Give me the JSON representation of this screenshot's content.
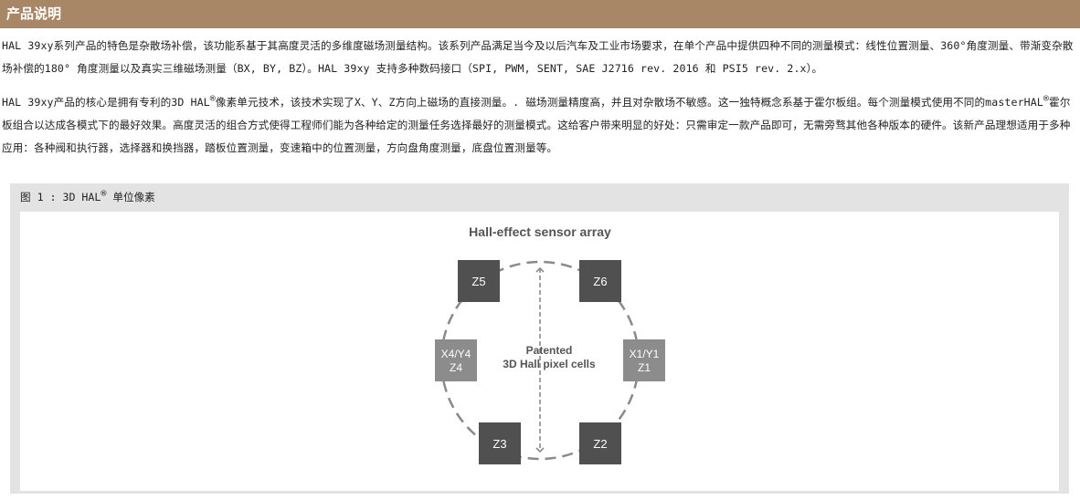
{
  "header": {
    "title": "产品说明"
  },
  "paragraph1": "HAL 39xy系列产品的特色是杂散场补偿，该功能系基于其高度灵活的多维度磁场测量结构。该系列产品满足当今及以后汽车及工业市场要求，在单个产品中提供四种不同的测量模式：线性位置测量、360°角度测量、带渐变杂散场补偿的180° 角度测量以及真实三维磁场测量（BX, BY, BZ）。HAL 39xy 支持多种数码接口（SPI, PWM, SENT, SAE J2716 rev. 2016 和 PSI5 rev. 2.x）。",
  "paragraph2": {
    "part1": "HAL 39xy产品的核心是拥有专利的3D HAL",
    "reg": "®",
    "part2": "像素单元技术，该技术实现了X、Y、Z方向上磁场的直接测量。. 磁场测量精度高，并且对杂散场不敏感。这一独特概念系基于霍尔板组。每个测量模式使用不同的masterHAL",
    "part3": "霍尔板组合以达成各模式下的最好效果。高度灵活的组合方式使得工程师们能为各种给定的测量任务选择最好的测量模式。这给客户带来明显的好处：只需审定一款产品即可，无需旁骛其他各种版本的硬件。该新产品理想适用于多种应用：各种阀和执行器，选择器和换挡器，踏板位置测量，变速箱中的位置测量，方向盘角度测量，底盘位置测量等。"
  },
  "figure": {
    "caption_prefix": "图 1 : 3D HAL",
    "caption_reg": "®",
    "caption_suffix": " 单位像素",
    "diagram_title": "Hall-effect sensor array",
    "center_line1": "Patented",
    "center_line2": "3D Hall pixel cells",
    "cells": {
      "z5": "Z5",
      "z6": "Z6",
      "z3": "Z3",
      "z2": "Z2",
      "left_line1": "X4/Y4",
      "left_line2": "Z4",
      "right_line1": "X1/Y1",
      "right_line2": "Z1"
    },
    "colors": {
      "dark_cell": "#505050",
      "light_cell": "#8c8c8c",
      "dashed": "#8a8a8a"
    }
  }
}
